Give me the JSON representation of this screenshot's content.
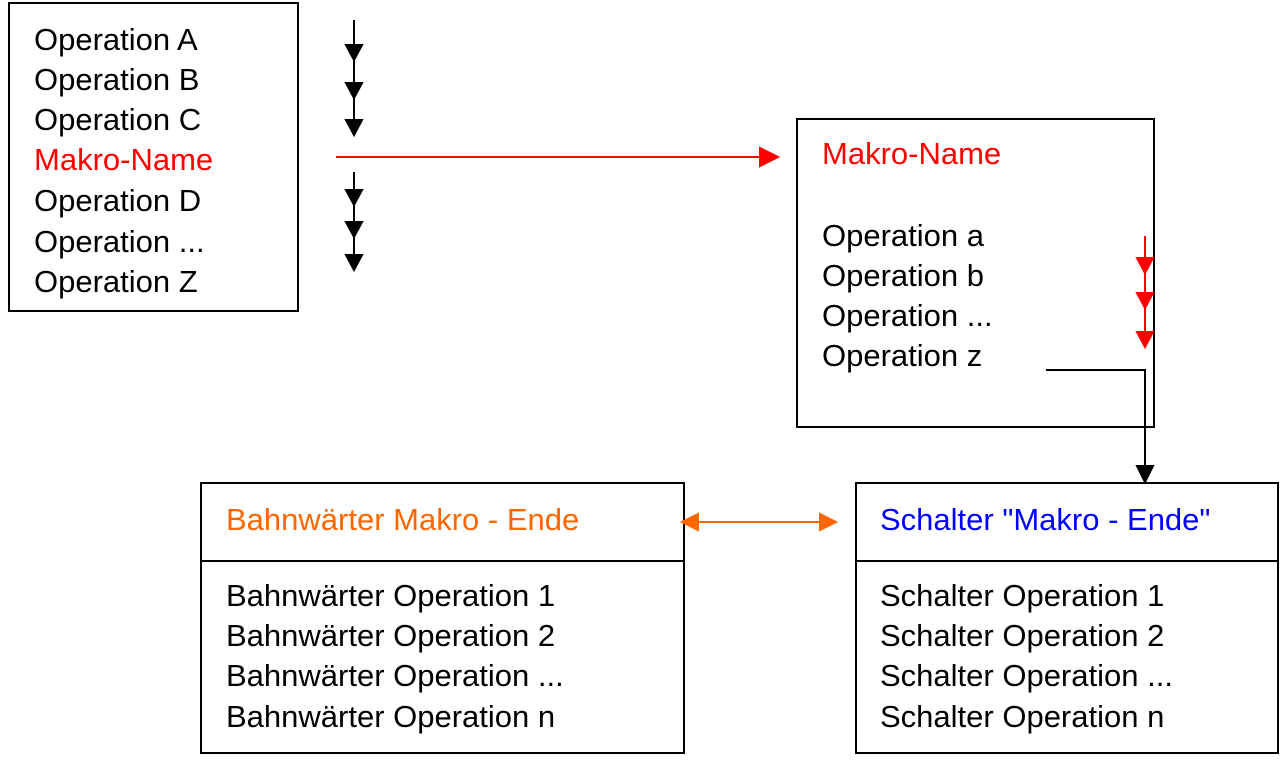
{
  "colors": {
    "red": "#ff0000",
    "orange": "#ff6600",
    "blue": "#0000ff",
    "black": "#000000"
  },
  "main_block": {
    "lines": [
      "Operation A",
      "Operation B",
      "Operation C",
      "Makro-Name",
      "Operation D",
      "Operation ...",
      "Operation Z"
    ]
  },
  "macro_block": {
    "title": "Makro-Name",
    "lines": [
      "Operation a",
      "Operation b",
      "Operation ...",
      "Operation z"
    ]
  },
  "bahnwaerter_block": {
    "title": "Bahnwärter Makro - Ende",
    "lines": [
      "Bahnwärter Operation 1",
      "Bahnwärter Operation 2",
      "Bahnwärter Operation ...",
      "Bahnwärter Operation n"
    ]
  },
  "schalter_block": {
    "title": "Schalter \"Makro - Ende\"",
    "lines": [
      "Schalter Operation 1",
      "Schalter Operation 2",
      "Schalter Operation ...",
      "Schalter Operation n"
    ]
  }
}
